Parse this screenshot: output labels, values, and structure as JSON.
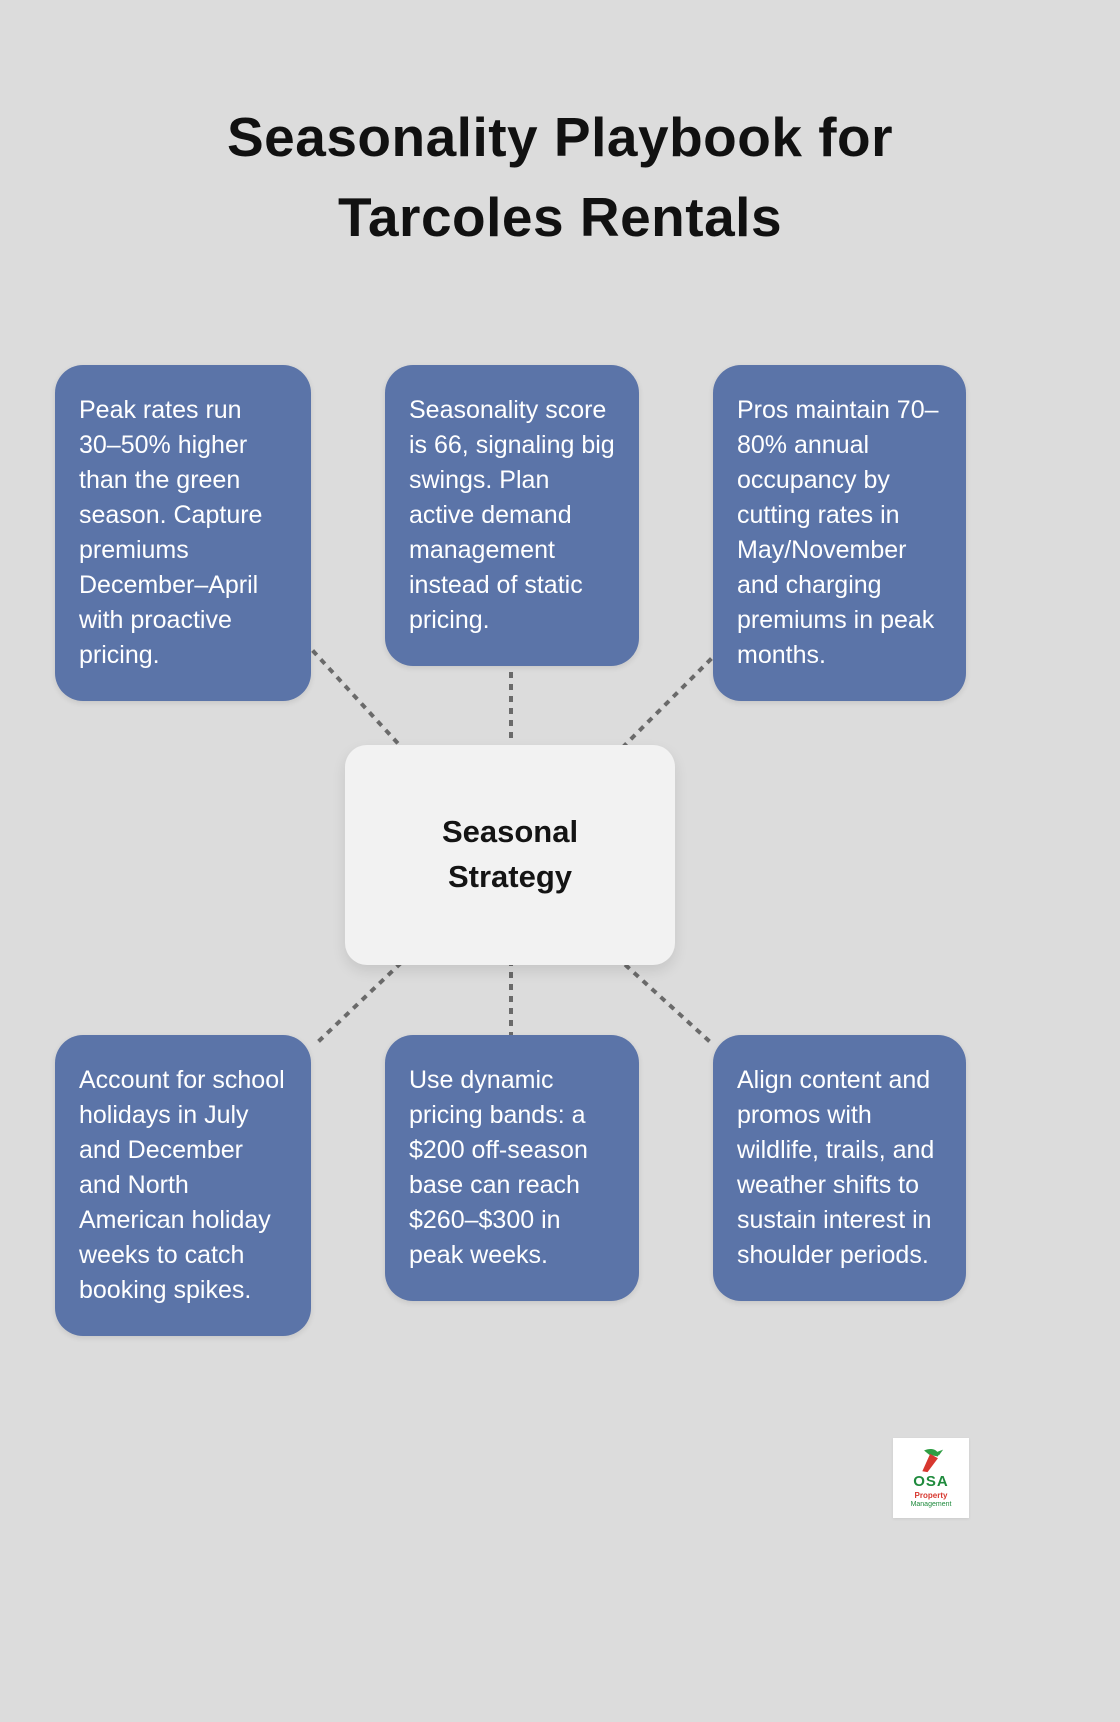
{
  "title": "Seasonality Playbook for Tarcoles Rentals",
  "center": {
    "label": "Seasonal Strategy"
  },
  "nodes": [
    {
      "position": "top-left",
      "text": "Peak rates run 30–50% higher than the green season. Capture premiums December–April with proactive pricing."
    },
    {
      "position": "top-middle",
      "text": "Seasonality score is 66, signaling big swings. Plan active demand management instead of static pricing."
    },
    {
      "position": "top-right",
      "text": "Pros maintain 70–80% annual occupancy by cutting rates in May/November and charging premiums in peak months."
    },
    {
      "position": "bottom-left",
      "text": "Account for school holidays in July and December and North American holiday weeks to catch booking spikes."
    },
    {
      "position": "bottom-middle",
      "text": "Use dynamic pricing bands: a $200 off-season base can reach $260–$300 in peak weeks."
    },
    {
      "position": "bottom-right",
      "text": "Align content and promos with wildlife, trails, and weather shifts to sustain interest in shoulder periods."
    }
  ],
  "logo": {
    "title": "OSA",
    "subtitle_line1": "Property",
    "subtitle_line2": "Management"
  },
  "colors": {
    "bg": "#dcdcdc",
    "node": "#5b74a8",
    "node-text": "#ffffff",
    "center-bg": "#f2f2f2",
    "title-text": "#111111",
    "connector": "#6a6a6a",
    "logo-green": "#1e8a3c",
    "logo-red": "#d7372f"
  }
}
